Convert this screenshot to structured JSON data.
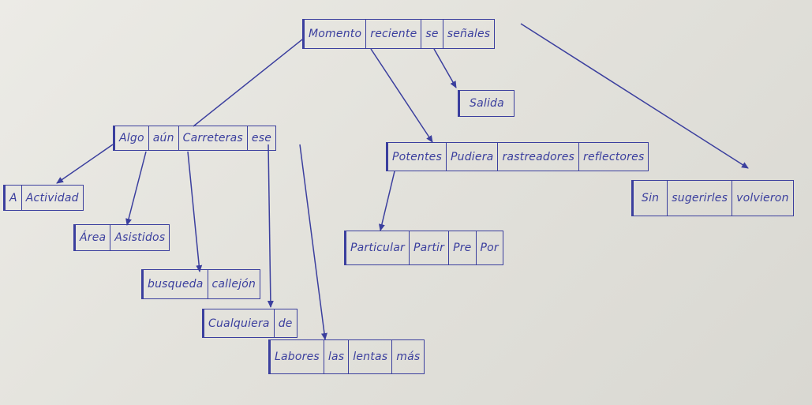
{
  "nodes": {
    "root": [
      "Momento",
      "reciente",
      "se",
      "señales"
    ],
    "salida": [
      "Salida"
    ],
    "algo": [
      "Algo",
      "aún",
      "Carreteras",
      "ese"
    ],
    "potentes": [
      "Potentes",
      "Pudiera",
      "rastreadores",
      "reflectores"
    ],
    "sin": [
      "Sin",
      "sugerirles",
      "volvieron"
    ],
    "actividad": [
      "A",
      "Actividad"
    ],
    "area": [
      "Área",
      "Asistidos"
    ],
    "busqueda": [
      "busqueda",
      "callejón"
    ],
    "cualquiera": [
      "Cualquiera",
      "de"
    ],
    "labores": [
      "Labores",
      "las",
      "lentas",
      "más"
    ],
    "particular": [
      "Particular",
      "Partir",
      "Pre",
      "Por"
    ]
  },
  "colors": {
    "ink": "#3b3f9e",
    "paper": "#e6e5e0"
  }
}
